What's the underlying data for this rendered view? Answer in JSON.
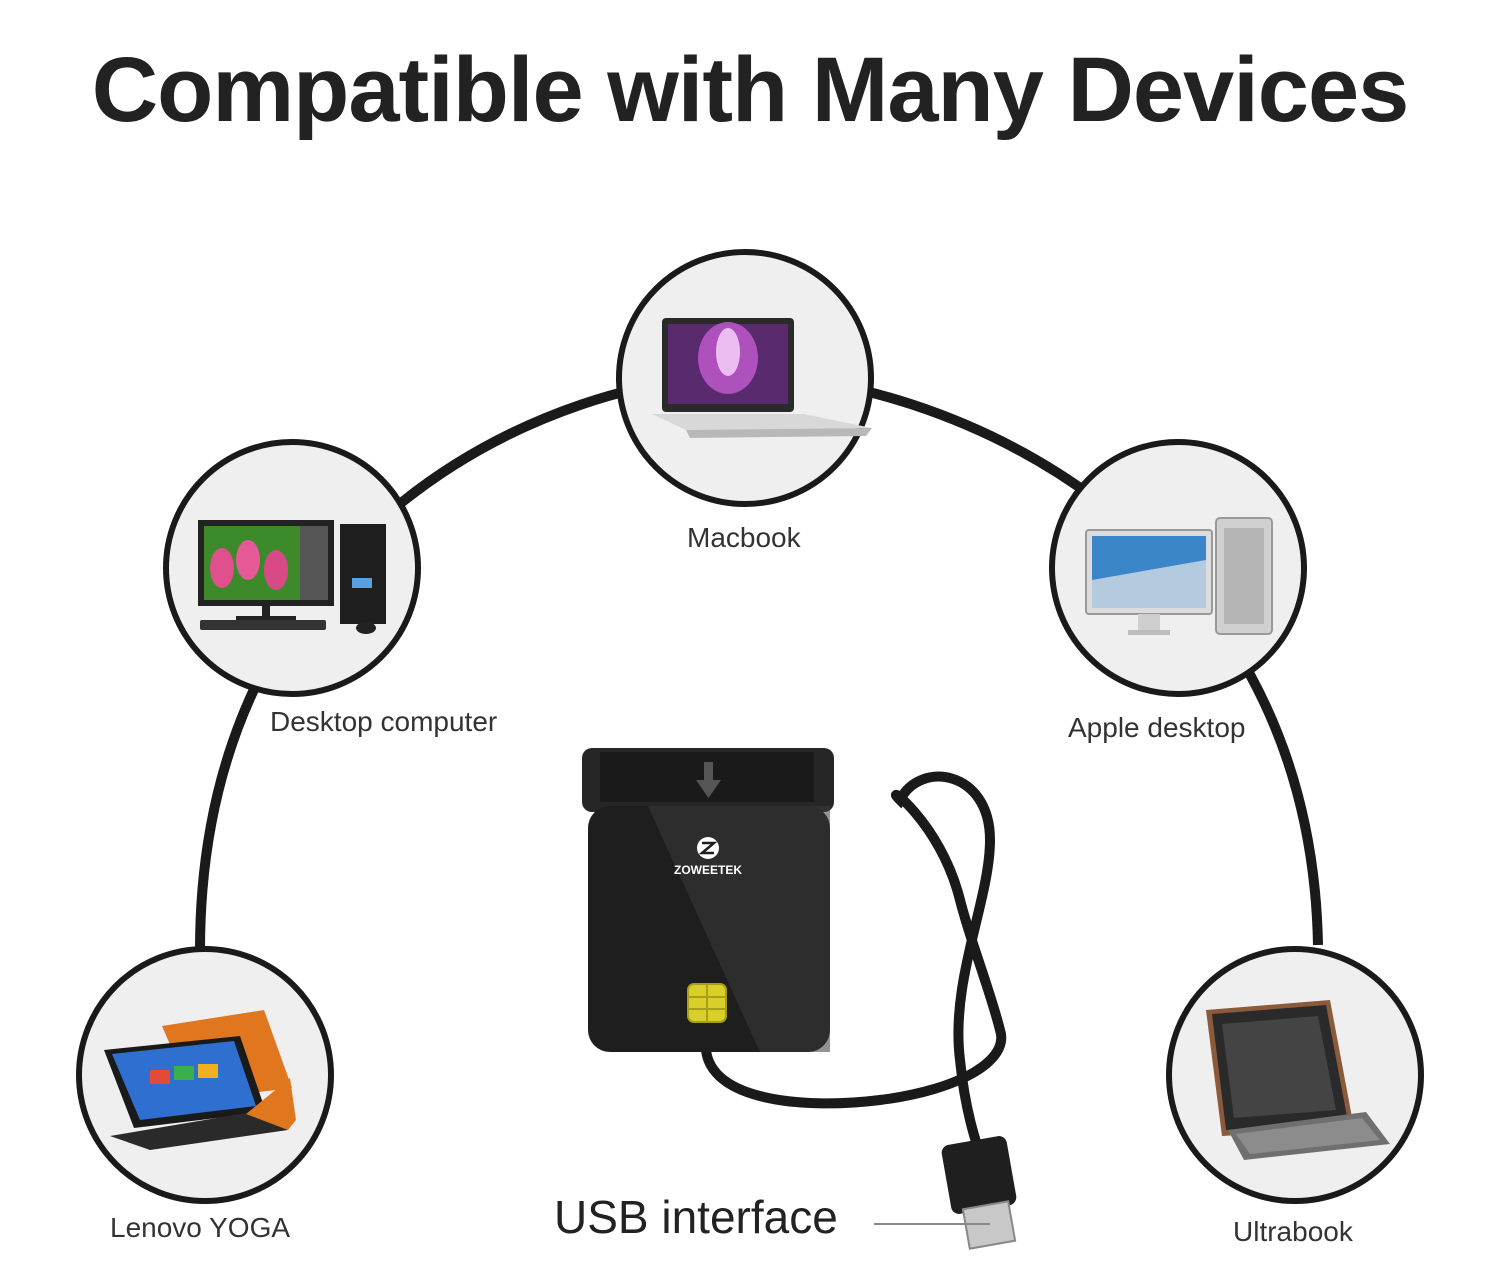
{
  "title": "Compatible with Many Devices",
  "devices": {
    "macbook": "Macbook",
    "desktop": "Desktop computer",
    "apple_desktop": "Apple desktop",
    "lenovo": "Lenovo YOGA",
    "ultrabook": "Ultrabook"
  },
  "reader": {
    "brand": "ZOWEETEK",
    "usb_label": "USB interface"
  },
  "colors": {
    "title": "#222222",
    "arc": "#1a1a1a",
    "circle_fill": "#efefef",
    "reader_body": "#1e1e1e",
    "chip": "#d8cf2a"
  }
}
